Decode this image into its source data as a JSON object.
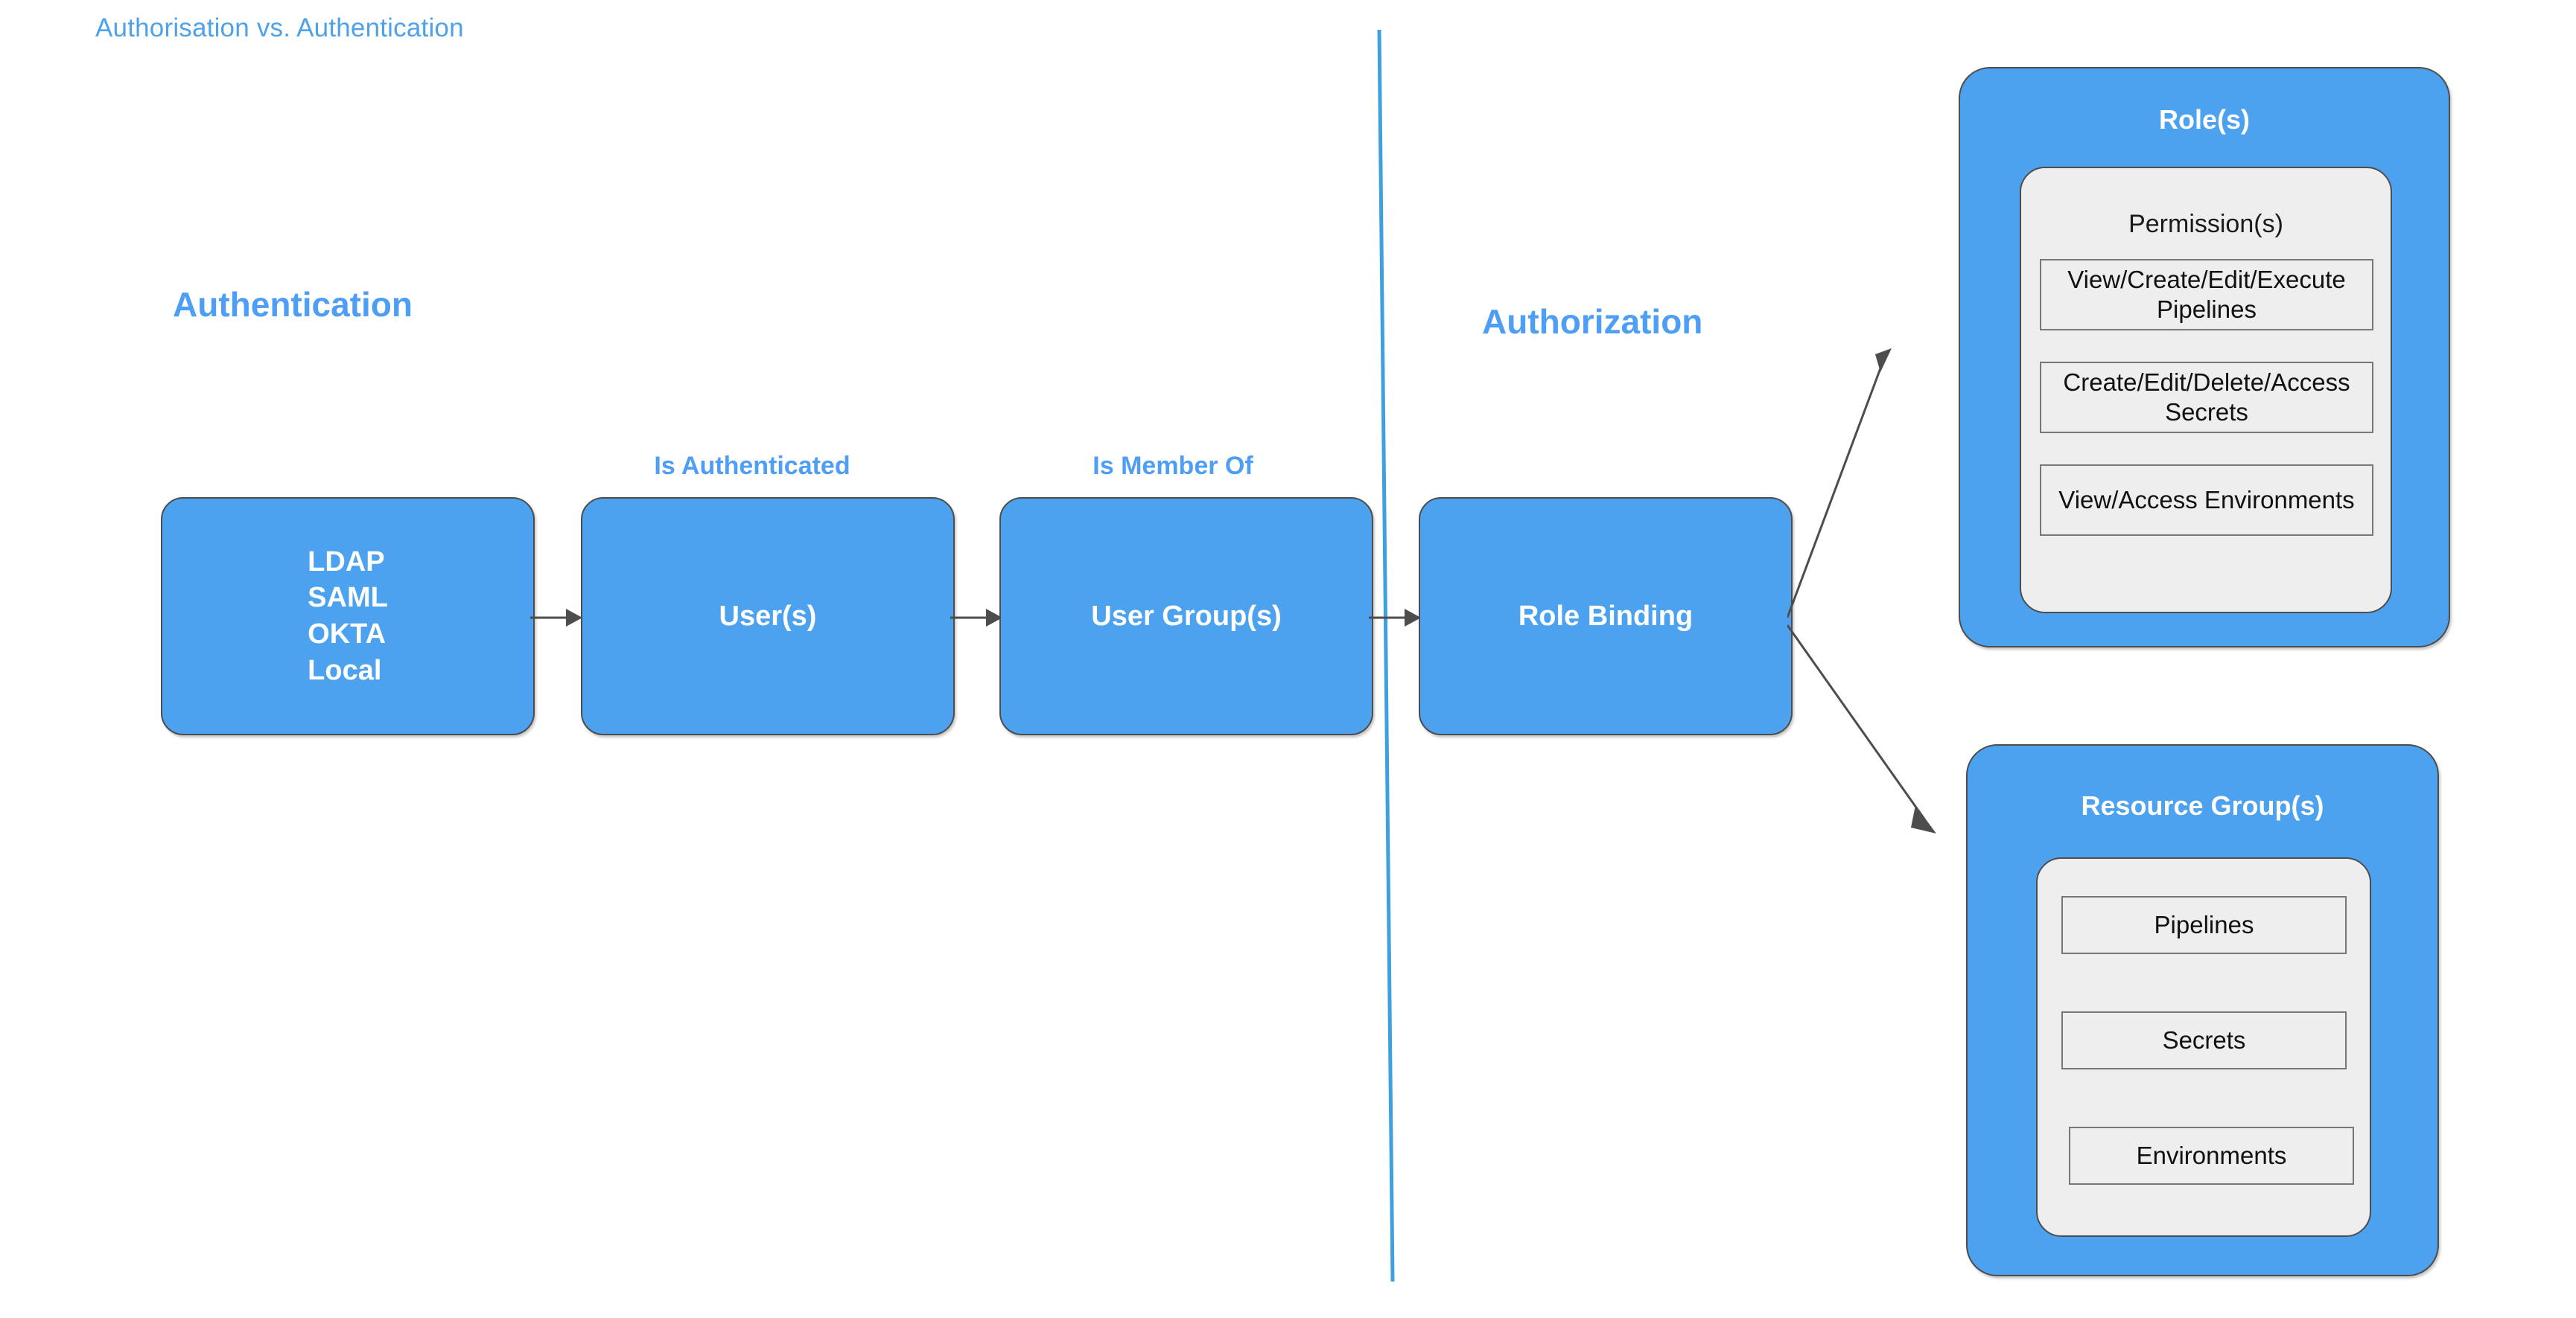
{
  "page": {
    "title": "Authorisation vs. Authentication",
    "background": "#ffffff",
    "accent_blue": "#4da2ef",
    "label_blue": "#4d9ef4",
    "title_blue": "#4da2ea",
    "panel_gray": "#eeeeee",
    "stroke_gray": "#4d4d4d"
  },
  "sections": {
    "authentication": "Authentication",
    "authorization": "Authorization"
  },
  "edge_labels": {
    "is_authenticated": "Is Authenticated",
    "is_member_of": "Is Member Of"
  },
  "flow": {
    "identity_providers": "LDAP\nSAML\nOKTA\nLocal",
    "users": "User(s)",
    "user_groups": "User Group(s)",
    "role_binding": "Role Binding"
  },
  "roles": {
    "title": "Role(s)",
    "panel_title": "Permission(s)",
    "permissions": [
      "View/Create/Edit/Execute Pipelines",
      "Create/Edit/Delete/Access Secrets",
      "View/Access Environments"
    ]
  },
  "resource_groups": {
    "title": "Resource Group(s)",
    "resources": [
      "Pipelines",
      "Secrets",
      "Environments"
    ]
  }
}
